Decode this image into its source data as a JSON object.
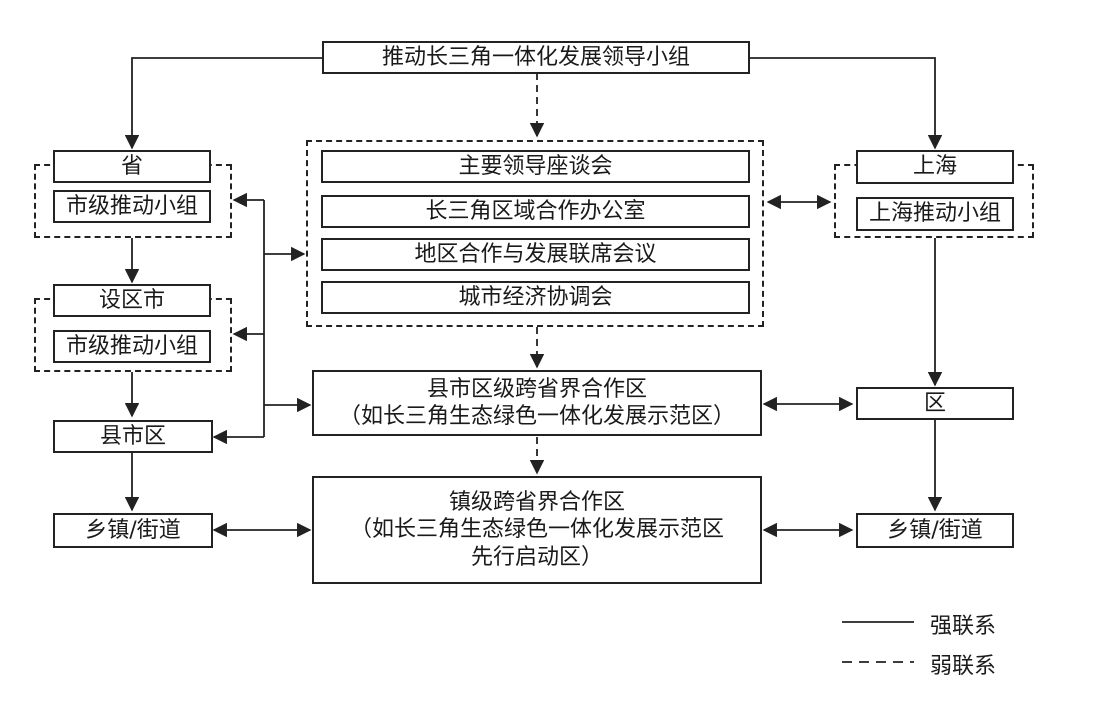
{
  "top": "推动长三角一体化发展领导小组",
  "province": {
    "title": "省",
    "group": "市级推动小组"
  },
  "city": {
    "title": "设区市",
    "group": "市级推动小组"
  },
  "county": "县市区",
  "town_left": "乡镇/街道",
  "center_group": [
    "主要领导座谈会",
    "长三角区域合作办公室",
    "地区合作与发展联席会议",
    "城市经济协调会"
  ],
  "shanghai": {
    "title": "上海",
    "group": "上海推动小组"
  },
  "district": "区",
  "town_right": "乡镇/街道",
  "county_zone": {
    "line1": "县市区级跨省界合作区",
    "line2": "（如长三角生态绿色一体化发展示范区）"
  },
  "town_zone": {
    "line1": "镇级跨省界合作区",
    "line2": "（如长三角生态绿色一体化发展示范区",
    "line3": "先行启动区）"
  },
  "legend": {
    "strong": "强联系",
    "weak": "弱联系"
  }
}
